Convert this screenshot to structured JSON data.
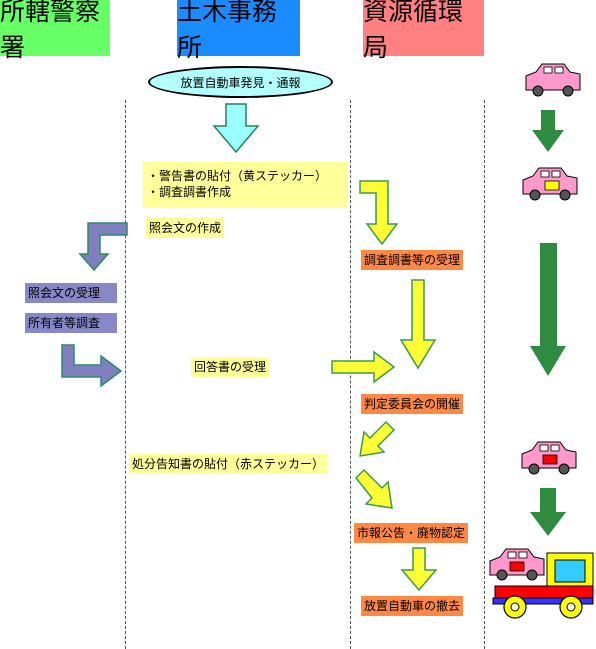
{
  "headers": {
    "police": "所轄警察署",
    "civil": "土木事務所",
    "resource": "資源循環局"
  },
  "start": "放置自動車発見・通報",
  "steps": {
    "warning_line1": "・警告書の貼付（黄ステッカー）",
    "warning_line2": "・調査調書作成",
    "inquiry_create": "照会文の作成",
    "survey_receipt": "調査調書等の受理",
    "inquiry_receipt": "照会文の受理",
    "owner_survey": "所有者等調査",
    "answer_receipt": "回答書の受理",
    "committee": "判定委員会の開催",
    "disposal_notice": "処分告知書の貼付（赤ステッカー）",
    "public_notice": "市報公告・廃物認定",
    "removal": "放置自動車の撤去"
  },
  "colors": {
    "police_header": "#66ff66",
    "civil_header": "#1a8cff",
    "resource_header": "#ff8080",
    "civil_box": "#ffff99",
    "resource_box": "#ff8844",
    "police_box": "#8888c8",
    "flow_arrow": "#ffff33",
    "start_arrow": "#99ffff",
    "car_arrow": "#2e8b3f",
    "car_body": "#ff99cc"
  },
  "icons": [
    "car-icon",
    "tow-truck-icon",
    "arrow-icon"
  ]
}
